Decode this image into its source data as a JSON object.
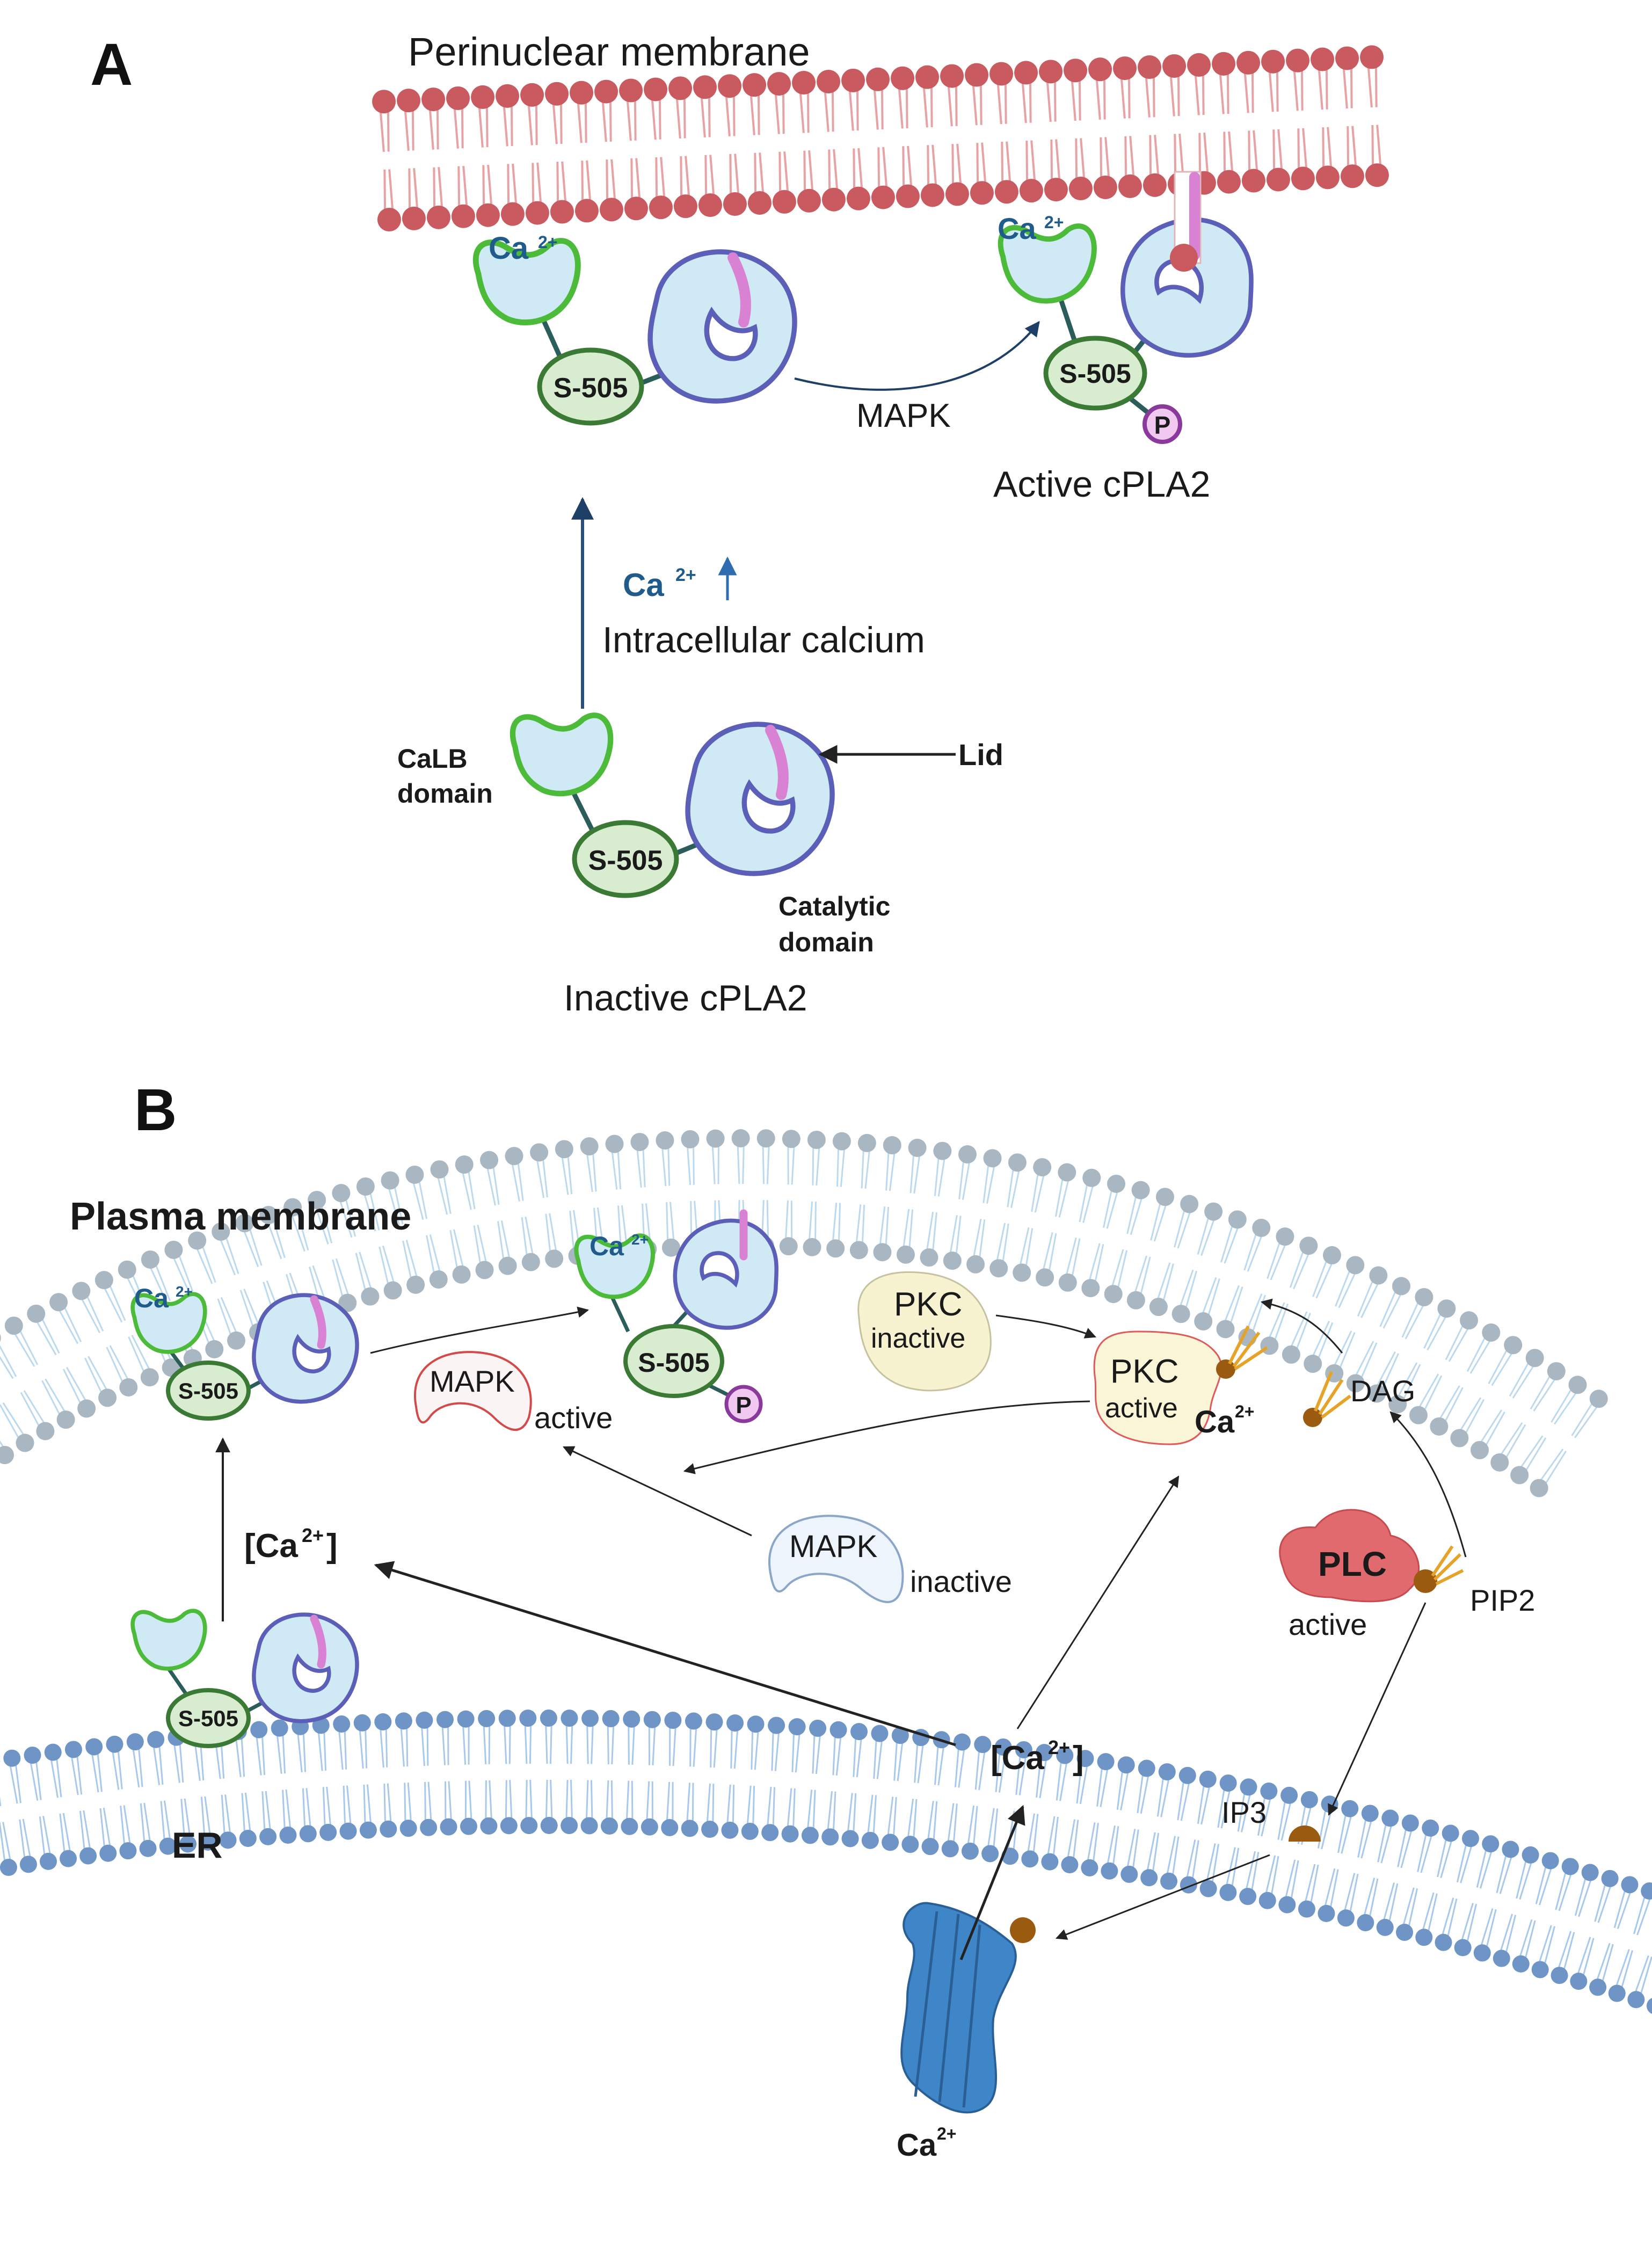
{
  "panels": {
    "a": {
      "letter": "A",
      "membrane": "Perinuclear membrane",
      "inactive_labels": {
        "calb": [
          "CaLB",
          "domain"
        ],
        "catalytic": [
          "Catalytic",
          "domain"
        ],
        "lid": "Lid",
        "s505": "S-505",
        "caption": "Inactive cPLA2"
      },
      "ca_text": "Ca",
      "ca_sup": "2+",
      "intracellular": "Intracellular calcium",
      "mapk": "MAPK",
      "active_caption": "Active cPLA2",
      "phospho": "P"
    },
    "b": {
      "letter": "B",
      "plasma_membrane": "Plasma membrane",
      "er": "ER",
      "s505": "S-505",
      "phospho": "P",
      "ca_text": "Ca",
      "ca_sup": "2+",
      "ca_bracket_open": "[Ca",
      "ca_bracket_close": "]",
      "mapk_active": "MAPK",
      "mapk_active_state": "active",
      "mapk_inactive": "MAPK",
      "mapk_inactive_state": "inactive",
      "pkc_inactive": "PKC",
      "pkc_inactive_state": "inactive",
      "pkc_active": "PKC",
      "pkc_active_state": "active",
      "dag": "DAG",
      "plc": "PLC",
      "plc_state": "active",
      "pip2": "PIP2",
      "ip3": "IP3"
    }
  },
  "colors": {
    "perinuclear_head": "#c95a5f",
    "perinuclear_tail": "#e6a2a5",
    "plasma_head": "#a9b7c2",
    "plasma_tail": "#bcd9ee",
    "er_head": "#6e95c6",
    "er_tail": "#a8c8ec",
    "domain_fill": "#cfeaf4",
    "calb_stroke": "#4cbb3a",
    "catalytic_stroke": "#5b5fb8",
    "lid": "#d982d4",
    "s505_fill": "#d8ecd0",
    "s505_stroke": "#3a7a35",
    "phospho_fill": "#f0c8f0",
    "phospho_stroke": "#8a3a9a",
    "ca_blue": "#1f5c8c",
    "plc_fill": "#e06a6e",
    "pkc_inactive_fill": "#f7f2d0",
    "pkc_active_fill": "#fbf5d8",
    "channel": "#3f86c9",
    "lipid_brown": "#9a5a10",
    "lipid_orange": "#e6a32a"
  },
  "icons": [
    "calb-domain-shape",
    "catalytic-domain-shape",
    "lid-helix",
    "s505-node",
    "phospho-badge",
    "lipid-bilayer",
    "ion-channel",
    "ip3-molecule",
    "dag-lipid",
    "pip2-lipid"
  ]
}
